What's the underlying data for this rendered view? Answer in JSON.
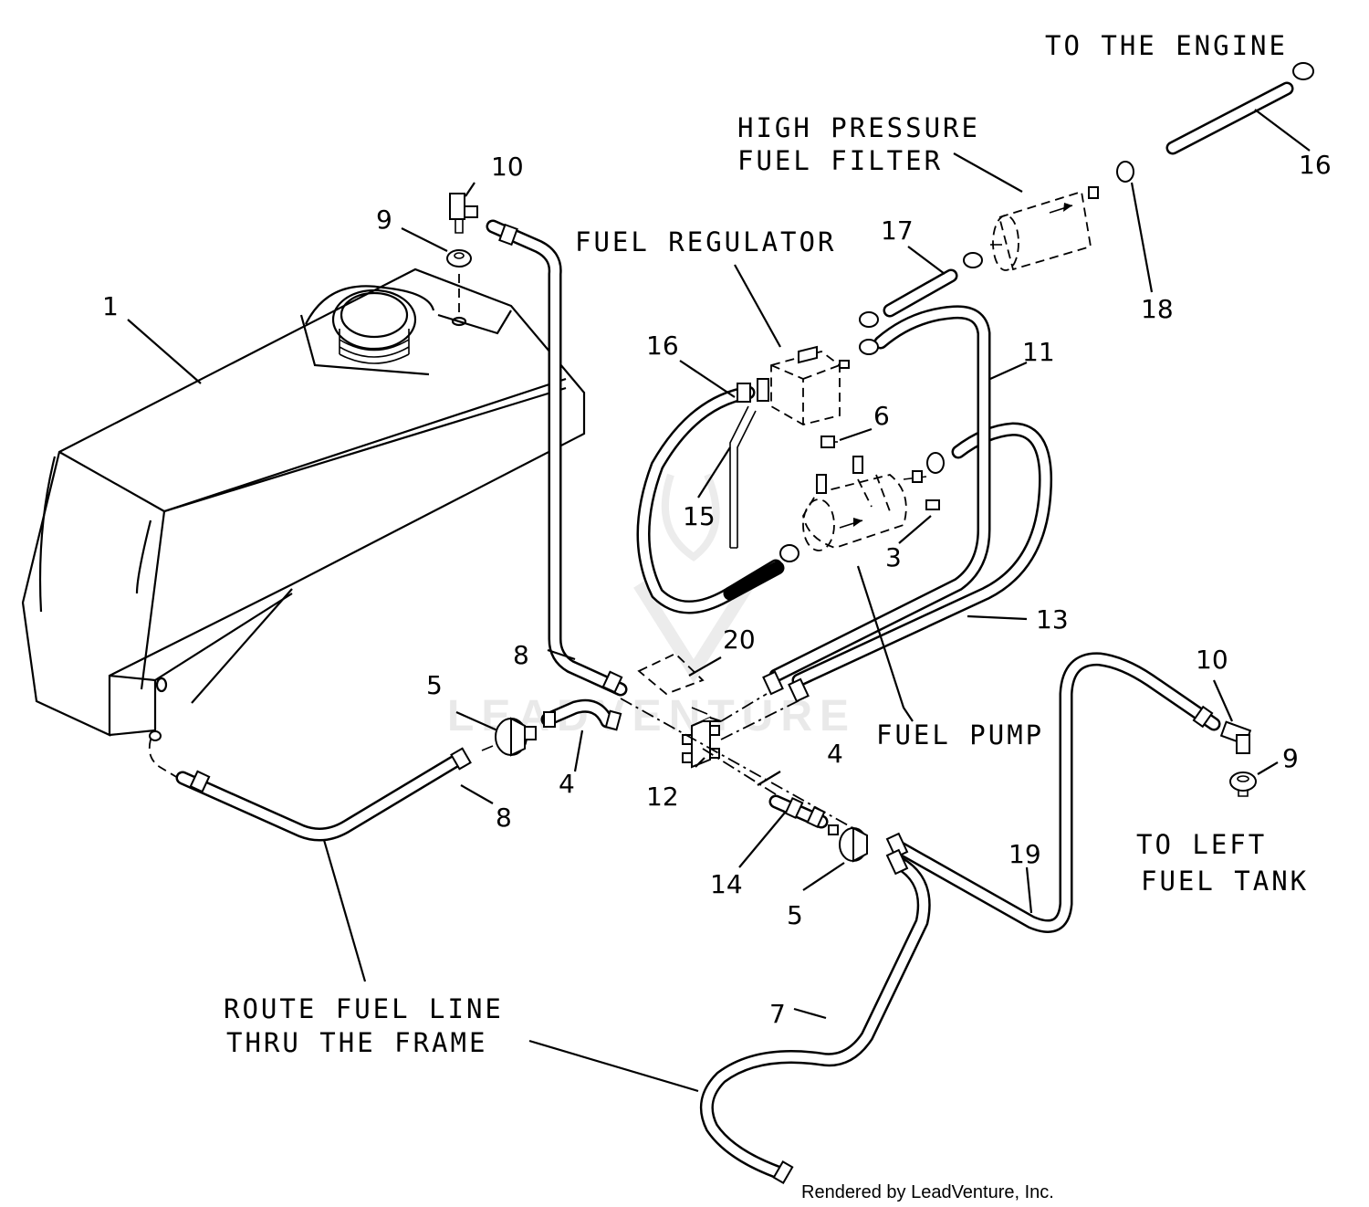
{
  "labels": {
    "to_engine": "TO THE ENGINE",
    "filter_line1": "HIGH PRESSURE",
    "filter_line2": "FUEL FILTER",
    "regulator": "FUEL REGULATOR",
    "fuel_pump": "FUEL PUMP",
    "to_left_line1": "TO LEFT",
    "to_left_line2": "FUEL TANK",
    "route_line1": "ROUTE FUEL LINE",
    "route_line2": "THRU THE FRAME"
  },
  "callouts": {
    "c1": "1",
    "c3": "3",
    "c4a": "4",
    "c4b": "4",
    "c5a": "5",
    "c5b": "5",
    "c6": "6",
    "c7": "7",
    "c8a": "8",
    "c8b": "8",
    "c9a": "9",
    "c9b": "9",
    "c10a": "10",
    "c10b": "10",
    "c11": "11",
    "c12": "12",
    "c13": "13",
    "c14": "14",
    "c15": "15",
    "c16a": "16",
    "c16b": "16",
    "c17": "17",
    "c18": "18",
    "c19": "19",
    "c20": "20"
  },
  "watermark": "LEADVENTURE",
  "credit": "Rendered by LeadVenture, Inc."
}
